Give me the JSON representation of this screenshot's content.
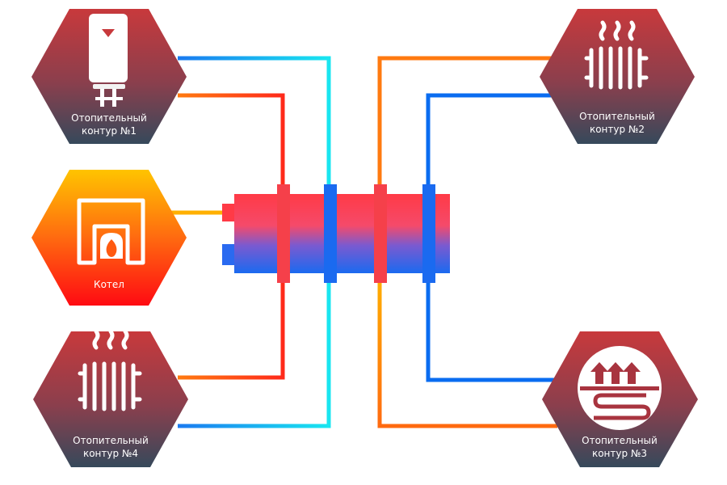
{
  "nodes": {
    "circuit1": {
      "line1": "Отопительный",
      "line2": "контур  №1",
      "icon": "water-heater-icon"
    },
    "circuit2": {
      "line1": "Отопительный",
      "line2": "контур  №2",
      "icon": "radiator-icon"
    },
    "circuit3": {
      "line1": "Отопительный",
      "line2": "контур  №3",
      "icon": "underfloor-heating-icon"
    },
    "circuit4": {
      "line1": "Отопительный",
      "line2": "контур  №4",
      "icon": "radiator-icon"
    },
    "boiler": {
      "label": "Котел",
      "icon": "boiler-flame-icon"
    }
  },
  "colors": {
    "hot": "#ff2a1a",
    "cold": "#0a6cf0",
    "warm": "#ffb000",
    "cyan": "#19d6f0",
    "hex_top": "#c13a3e",
    "hex_bottom": "#3a4a5c"
  }
}
